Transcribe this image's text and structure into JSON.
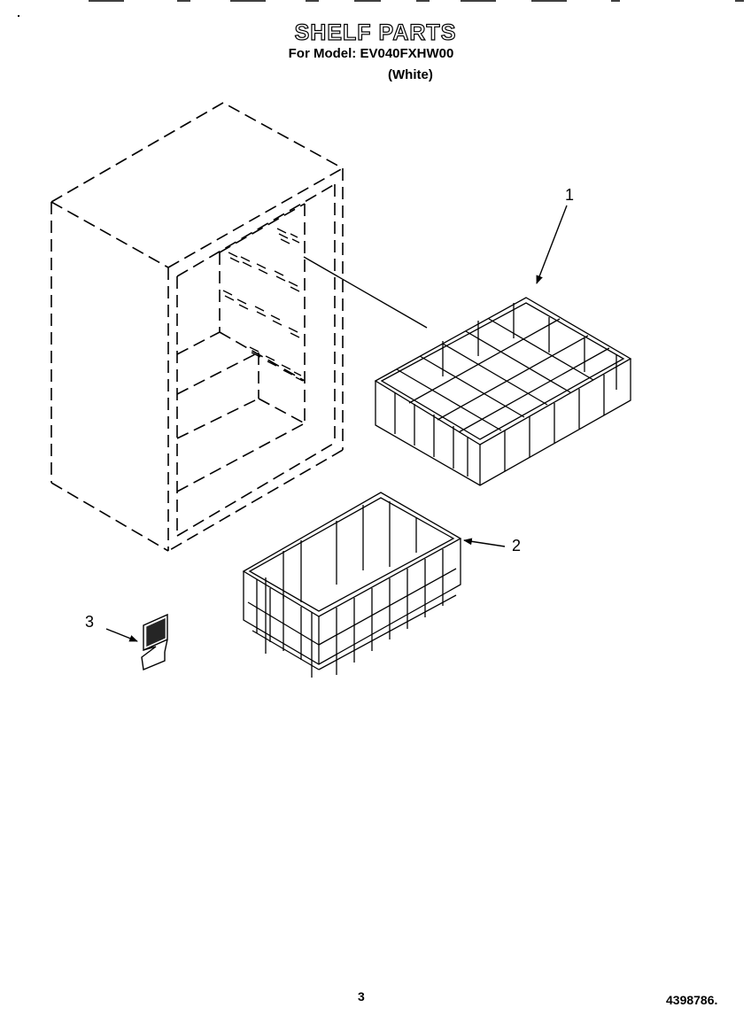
{
  "header": {
    "title": "SHELF PARTS",
    "model": "For Model: EV040FXHW00",
    "color": "(White)"
  },
  "callouts": {
    "item1": "1",
    "item2": "2",
    "item3": "3"
  },
  "footer": {
    "page_number": "3",
    "document_number": "4398786."
  }
}
